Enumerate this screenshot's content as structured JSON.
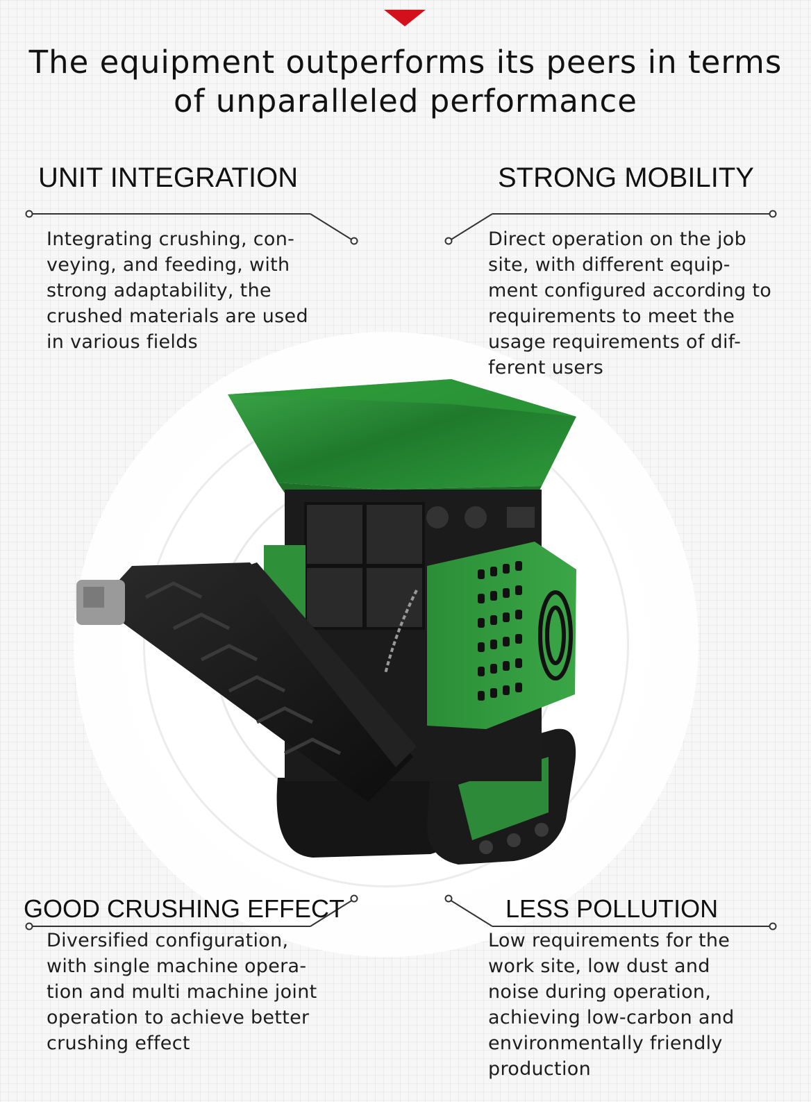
{
  "headline": "The equipment outperforms its peers in terms of unparalleled performance",
  "features": {
    "unit_integration": {
      "title": "UNIT INTEGRATION",
      "text": "Integrating crushing, con-veying, and feeding, with strong adaptability, the crushed materials are used in various fields"
    },
    "strong_mobility": {
      "title": "STRONG MOBILITY",
      "text": "Direct operation on the job site, with different equip-ment configured according to requirements to meet the usage requirements of dif-ferent users"
    },
    "good_crushing_effect": {
      "title": "GOOD CRUSHING EFFECT",
      "text": "Diversified configuration, with single machine opera-tion and multi machine joint operation to achieve better crushing effect"
    },
    "less_pollution": {
      "title": "LESS POLLUTION",
      "text": "Low requirements for the work site, low dust and noise during operation, achieving low-carbon and environmentally friendly production"
    }
  },
  "colors": {
    "accent_red": "#d3101b",
    "machine_green": "#2f8f3a",
    "text_dark": "#111111"
  },
  "icons": {
    "down_arrow": "down-triangle-icon",
    "connector": "connector-dot-icon"
  }
}
